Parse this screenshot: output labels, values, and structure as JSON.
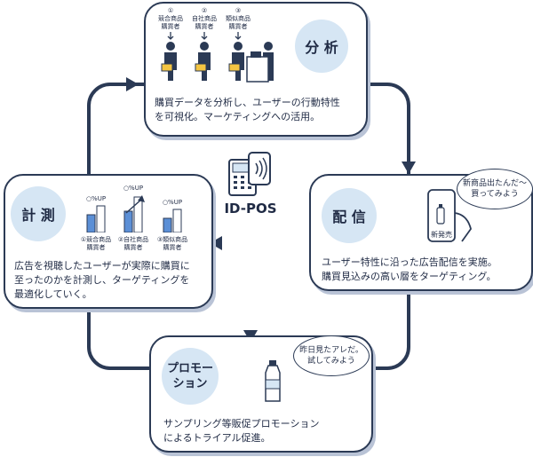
{
  "center": {
    "label": "ID-POS",
    "icon": "pos-terminal-icon"
  },
  "steps": {
    "analysis": {
      "title": "分 析",
      "desc": [
        "購買データを分析し、ユーザーの行動特性",
        "を可視化。マーケティングへの活用。"
      ],
      "groups": [
        {
          "num": "①",
          "line1": "競合商品",
          "line2": "購買者"
        },
        {
          "num": "②",
          "line1": "自社商品",
          "line2": "購買者"
        },
        {
          "num": "③",
          "line1": "類似商品",
          "line2": "購買者"
        }
      ]
    },
    "delivery": {
      "title": "配 信",
      "desc": [
        "ユーザー特性に沿った広告配信を実施。",
        "購買見込みの高い層をターゲティング。"
      ],
      "bubble": [
        "新商品出たんだ～",
        "買ってみよう"
      ],
      "phone_label": "新発売"
    },
    "promotion": {
      "title": [
        "プロモー",
        "ション"
      ],
      "desc": [
        "サンプリング等販促プロモーション",
        "によるトライアル促進。"
      ],
      "bubble": [
        "昨日見たアレだ。",
        "試してみよう"
      ]
    },
    "measurement": {
      "title": "計 測",
      "desc": [
        "広告を視聴したユーザーが実際に購買に",
        "至ったのかを計測し、ターゲティングを",
        "最適化していく。"
      ],
      "bars": [
        {
          "label": "○%UP",
          "num": "①",
          "line1": "競合商品",
          "line2": "購買者"
        },
        {
          "label": "○%UP",
          "num": "②",
          "line1": "自社商品",
          "line2": "購買者"
        },
        {
          "label": "○%UP",
          "num": "③",
          "line1": "類似商品",
          "line2": "購買者"
        }
      ]
    }
  },
  "colors": {
    "navy": "#2b3a55",
    "badge": "#d6e6f4",
    "bar_blue": "#5b8fd6",
    "shadow": "#b9c3d6"
  }
}
